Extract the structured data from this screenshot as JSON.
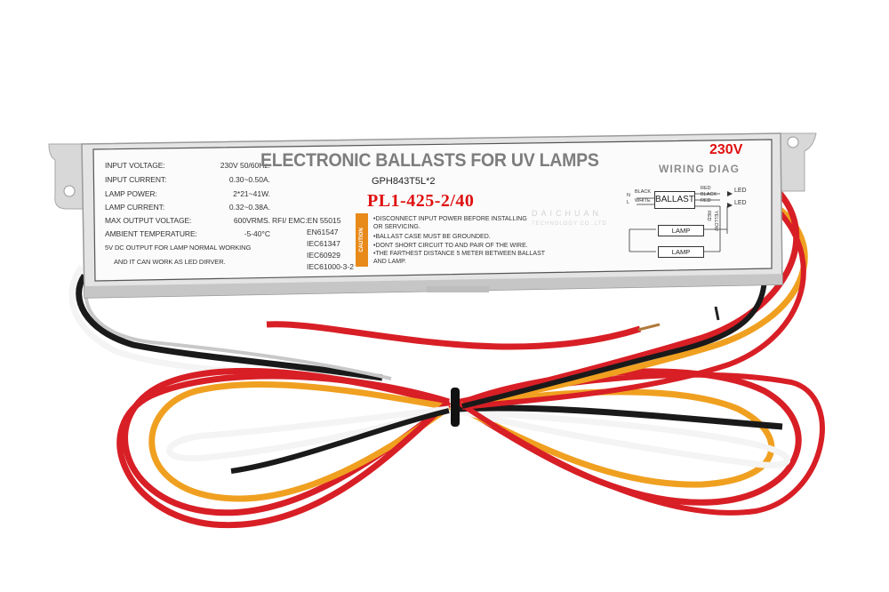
{
  "label": {
    "title": "ELECTRONIC BALLASTS FOR UV LAMPS",
    "model": "GPH843T5L*2",
    "part_number": "PL1-425-2/40",
    "voltage": "230V",
    "wiring_title": "WIRING DIAG",
    "specs": [
      {
        "name": "INPUT VOLTAGE:",
        "value": "230V 50/60Hz."
      },
      {
        "name": "INPUT CURRENT:",
        "value": "0.30~0.50A."
      },
      {
        "name": "LAMP POWER:",
        "value": "2*21~41W."
      },
      {
        "name": "LAMP CURRENT:",
        "value": "0.32~0.38A."
      },
      {
        "name": "MAX OUTPUT VOLTAGE:",
        "value": "600VRMS."
      },
      {
        "name": "AMBIENT TEMPERATURE:",
        "value": "-5-40°C"
      }
    ],
    "note_line1": "5V DC OUTPUT FOR LAMP NORMAL WORKING",
    "note_line2": "AND IT CAN WORK AS LED DIRVER.",
    "standards_label": "RFI/ EMC:EN 55015",
    "standards": [
      "EN61547",
      "IEC61347",
      "IEC60929",
      "IEC61000-3-2"
    ],
    "caution": "CAUTION",
    "warnings": [
      "•DISCONNECT INPUT POWER BEFORE INSTALLING",
      "  OR SERVICING.",
      "•BALLAST CASE MUST BE GROUNDED.",
      "•DONT SHORT CIRCUIT TO AND PAIR OF THE WIRE.",
      "•THE FARTHEST DISTANCE 5 METER BETWEEN BALLAST",
      "  AND LAMP."
    ],
    "watermark_line1": "DAICHUAN",
    "watermark_line2": "TECHNOLOGY CO.,LTD",
    "diagram": {
      "ballast": "BALLAST",
      "lamp1": "LAMP",
      "lamp2": "LAMP",
      "in_n": "N",
      "in_l": "L",
      "in_black": "BLACK",
      "in_white": "WHITE",
      "out_red1": "RED",
      "out_black": "BLACK",
      "out_red2": "RED",
      "led1": "LED",
      "led2": "LED",
      "yellow": "YELLOW",
      "red_side": "RED"
    }
  },
  "colors": {
    "wire_red": "#d81f26",
    "wire_yellow": "#f0a020",
    "wire_black": "#1a1a1a",
    "wire_white": "#f4f4f4",
    "case_metal": "#dcdcdc",
    "label_bg": "#fbfbfb",
    "title_gray": "#7d7d7d",
    "accent_red": "#e01010",
    "caution_orange": "#e88a1a"
  }
}
